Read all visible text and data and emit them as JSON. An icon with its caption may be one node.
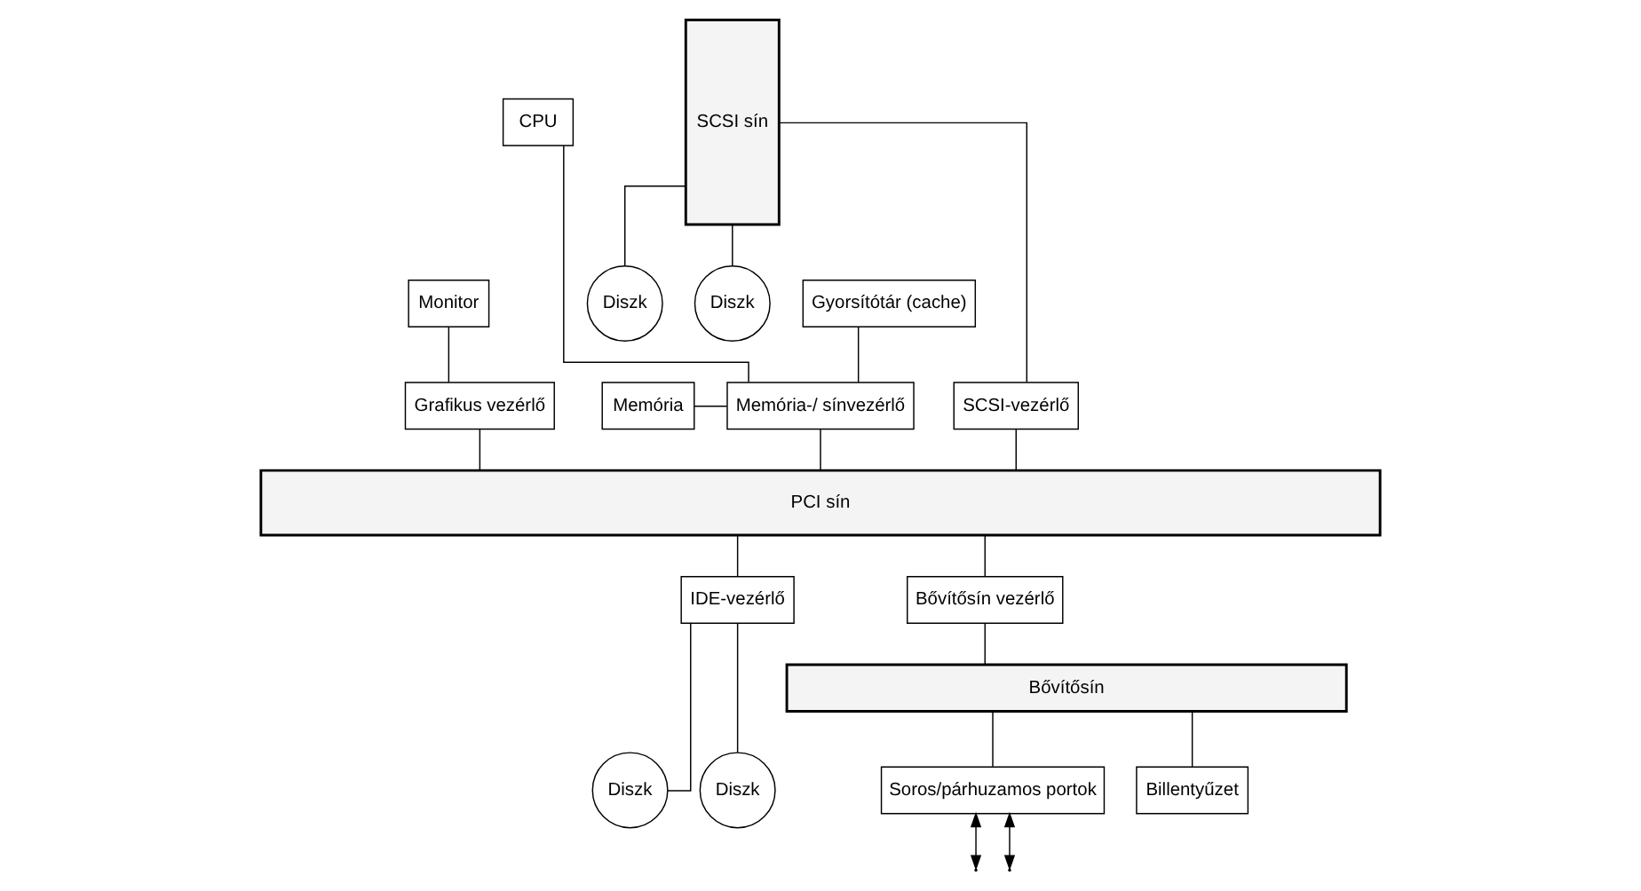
{
  "diagram": {
    "nodes": [
      {
        "text": [
          "CPU"
        ]
      },
      {
        "text": [
          "Gyorsítótár (cache)"
        ]
      },
      {
        "text": [
          "Memória"
        ]
      },
      {
        "text": [
          "Memória-/ sínvezérlő"
        ]
      },
      {
        "text": [
          "Monitor"
        ]
      },
      {
        "text": [
          "Grafikus vezérlő"
        ]
      },
      {
        "text": [
          "SCSI sín"
        ]
      },
      {
        "text": [
          "Diszk"
        ]
      },
      {
        "text": [
          "Diszk"
        ]
      },
      {
        "text": [
          "SCSI-vezérlő"
        ]
      },
      {
        "text": [
          "PCI sín"
        ]
      },
      {
        "text": [
          "IDE-vezérlő"
        ]
      },
      {
        "text": [
          "Bővítősín vezérlő"
        ]
      },
      {
        "text": [
          "Bővítősín"
        ]
      },
      {
        "text": [
          "Diszk"
        ]
      },
      {
        "text": [
          "Diszk"
        ]
      },
      {
        "text": [
          "Soros/párhuzamos portok"
        ]
      },
      {
        "text": [
          "Billentyűzet"
        ]
      }
    ],
    "edges": [
      {
        "from": 0,
        "to": 3,
        "arrow": "none"
      },
      {
        "from": 1,
        "to": 3,
        "arrow": "none"
      },
      {
        "from": 2,
        "to": 3,
        "arrow": "none"
      },
      {
        "from": 3,
        "to": 10,
        "arrow": "none"
      },
      {
        "from": 4,
        "to": 5,
        "arrow": "none"
      },
      {
        "from": 5,
        "to": 10,
        "arrow": "none"
      },
      {
        "from": 6,
        "to": 7,
        "arrow": "none"
      },
      {
        "from": 6,
        "to": 8,
        "arrow": "none"
      },
      {
        "from": 6,
        "to": 9,
        "arrow": "none"
      },
      {
        "from": 9,
        "to": 10,
        "arrow": "none"
      },
      {
        "from": 10,
        "to": 11,
        "arrow": "none"
      },
      {
        "from": 10,
        "to": 12,
        "arrow": "none"
      },
      {
        "from": 11,
        "to": 14,
        "arrow": "none"
      },
      {
        "from": 11,
        "to": 15,
        "arrow": "none"
      },
      {
        "from": 12,
        "to": 13,
        "arrow": "none"
      },
      {
        "from": 13,
        "to": 16,
        "arrow": "none"
      },
      {
        "from": 13,
        "to": 17,
        "arrow": "none"
      },
      {
        "from": 16,
        "to": null,
        "arrow": "both"
      },
      {
        "from": 16,
        "to": null,
        "arrow": "both"
      }
    ]
  }
}
